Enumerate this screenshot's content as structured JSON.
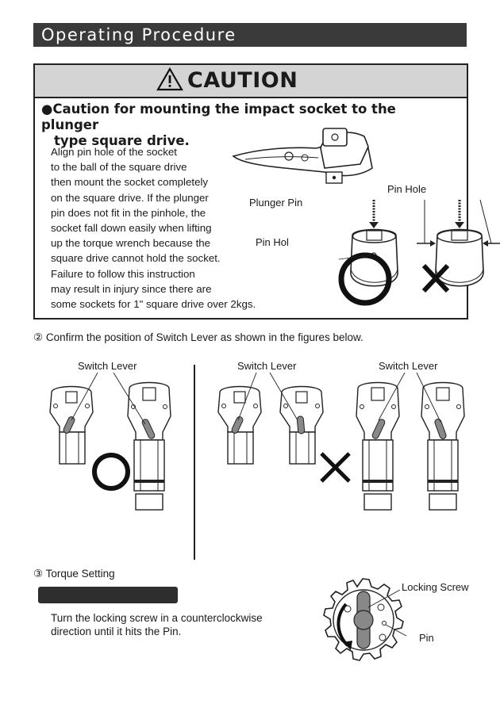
{
  "header": {
    "title": "Operating Procedure"
  },
  "caution": {
    "title": "CAUTION",
    "heading_line1": "●Caution for mounting the impact socket to the plunger",
    "heading_line2": "type square drive.",
    "body_lines": [
      "Align pin hole of the socket",
      "to the ball of the square drive",
      "then mount the socket completely",
      "on the square drive. If the plunger",
      "pin does not fit in the pinhole, the",
      "socket fall down easily when lifting",
      "up the torque wrench because the",
      "square drive cannot hold the socket.",
      "Failure to follow this instruction",
      "may result in injury since there are",
      "some sockets for 1\" square drive over 2kgs."
    ],
    "labels": {
      "plunger_pin": "Plunger Pin",
      "pin_hol": "Pin Hol",
      "pin_hole": "Pin Hole"
    }
  },
  "step2": {
    "text": "② Confirm the position of Switch Lever as shown in the figures below.",
    "label_left": "Switch Lever",
    "label_middle": "Switch Lever",
    "label_right": "Switch Lever"
  },
  "step3": {
    "text": "③ Torque Setting",
    "bar_text": "",
    "desc_line1": "Turn the locking screw in a counterclockwise",
    "desc_line2": "direction until it hits the Pin.",
    "label_locking_screw": "Locking Screw",
    "label_pin": "Pin"
  }
}
